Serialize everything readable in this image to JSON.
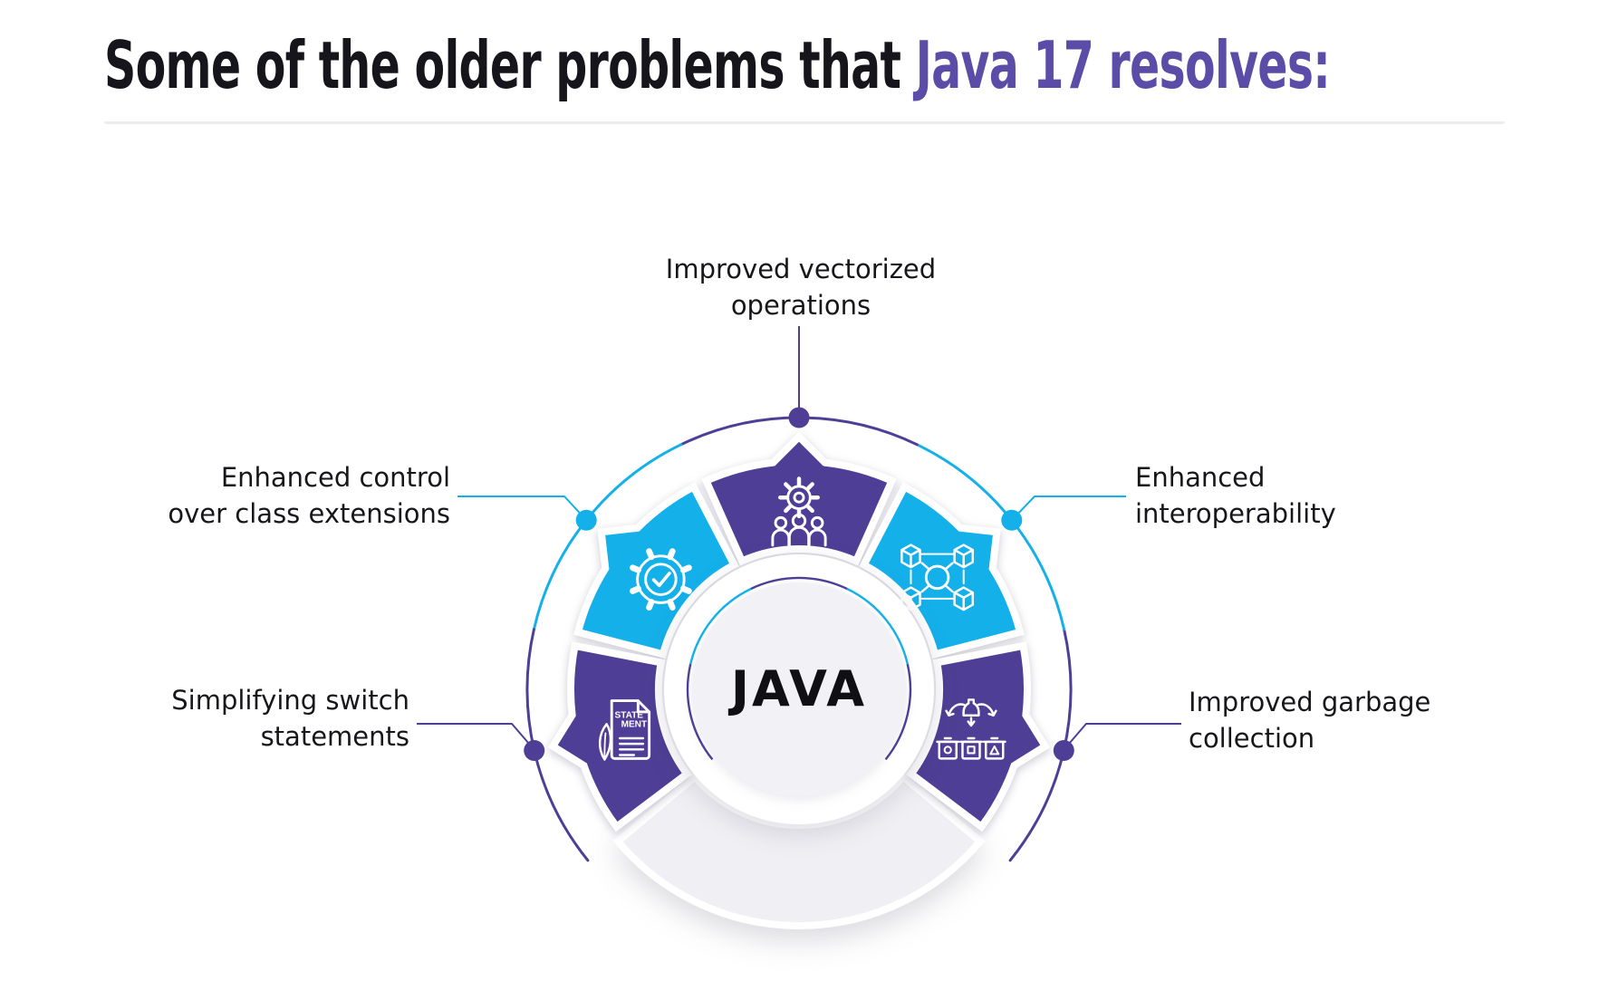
{
  "title": {
    "prefix": "Some of the older problems that ",
    "accent": "Java 17 resolves:"
  },
  "center_label": "JAVA",
  "colors": {
    "purple": "#4E3E95",
    "cyan": "#14B0EA",
    "title_accent": "#5B4CA8",
    "wheel_base": "#F0EFF3",
    "center_circle": "#F2F1F5"
  },
  "segments": [
    {
      "id": "vectorized-operations",
      "label_lines": [
        "Improved vectorized",
        "operations"
      ],
      "color": "purple",
      "icon": "team-gear-icon"
    },
    {
      "id": "class-extensions",
      "label_lines": [
        "Enhanced control",
        "over class extensions"
      ],
      "color": "cyan",
      "icon": "gear-check-icon"
    },
    {
      "id": "interoperability",
      "label_lines": [
        "Enhanced",
        "interoperability"
      ],
      "color": "cyan",
      "icon": "network-cubes-icon"
    },
    {
      "id": "switch-statements",
      "label_lines": [
        "Simplifying switch",
        "statements"
      ],
      "color": "purple",
      "icon": "statement-doc-icon"
    },
    {
      "id": "garbage-collection",
      "label_lines": [
        "Improved garbage",
        "collection"
      ],
      "color": "purple",
      "icon": "recycle-bins-icon"
    }
  ],
  "statement_icon_text": [
    "STATE",
    "MENT"
  ]
}
